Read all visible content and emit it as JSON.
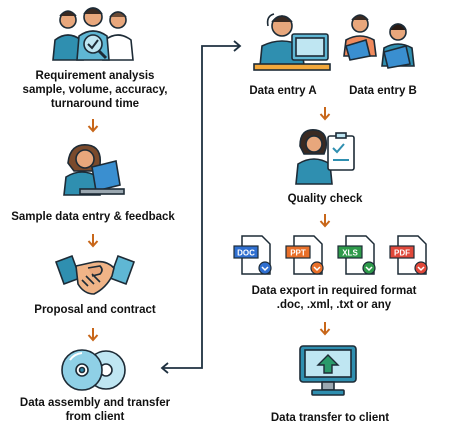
{
  "left_steps": {
    "requirement": {
      "line1": "Requirement analysis",
      "line2": "sample, volume, accuracy,",
      "line3": "turnaround time"
    },
    "sample": "Sample data entry & feedback",
    "proposal": "Proposal and contract",
    "assembly": {
      "line1": "Data assembly and transfer",
      "line2": "from client"
    }
  },
  "right_steps": {
    "entry_a": "Data entry A",
    "entry_b": "Data entry B",
    "quality": "Quality check",
    "export": {
      "line1": "Data export in required format",
      "line2": ".doc, .xml, .txt or any"
    },
    "transfer": "Data transfer to client"
  },
  "file_badges": [
    "DOC",
    "PPT",
    "XLS",
    "PDF"
  ],
  "colors": {
    "arrow": "#c8671a",
    "connector": "#1f3140",
    "teal": "#2f8fb0",
    "skin": "#e8a77c",
    "outline": "#1d2b36"
  }
}
